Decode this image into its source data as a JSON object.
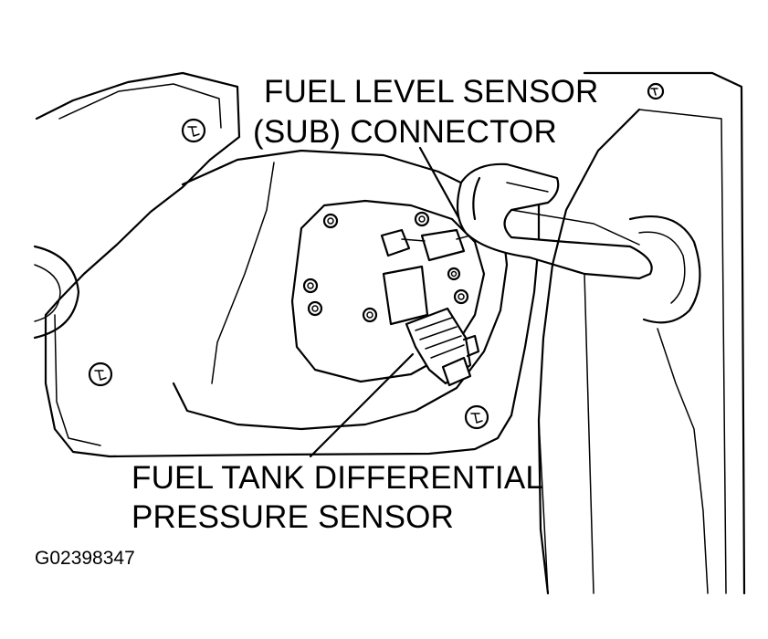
{
  "labels": {
    "fuel_level_sensor_line1": "FUEL LEVEL SENSOR",
    "fuel_level_sensor_line2": "(SUB) CONNECTOR",
    "fuel_tank_sensor_line1": "FUEL TANK DIFFERENTIAL",
    "fuel_tank_sensor_line2": "PRESSURE SENSOR"
  },
  "figure_id": "G02398347",
  "colors": {
    "ink": "#000000",
    "paper": "#ffffff"
  }
}
